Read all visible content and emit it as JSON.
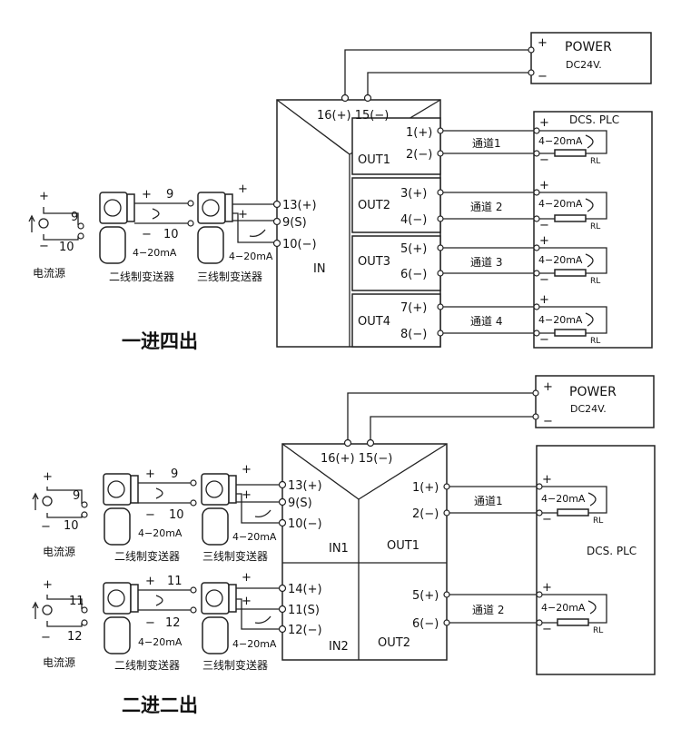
{
  "colors": {
    "line": "#222222",
    "background": "#ffffff"
  },
  "top": {
    "power": {
      "title": "POWER",
      "voltage": "DC24V.",
      "plus": "+",
      "minus": "−"
    },
    "plc": {
      "title": "DCS. PLC"
    },
    "module": {
      "power_terminals": "16(+) 15(−)",
      "in_terminals": [
        "13(+)",
        "9(S)",
        "10(−)"
      ],
      "in_label": "IN"
    },
    "outputs": [
      {
        "label": "OUT1",
        "pos": "1(+)",
        "neg": "2(−)",
        "channel": "通道1"
      },
      {
        "label": "OUT2",
        "pos": "3(+)",
        "neg": "4(−)",
        "channel": "通道 2"
      },
      {
        "label": "OUT3",
        "pos": "5(+)",
        "neg": "6(−)",
        "channel": "通道 3"
      },
      {
        "label": "OUT4",
        "pos": "7(+)",
        "neg": "8(−)",
        "channel": "通道 4"
      }
    ],
    "load": {
      "signal": "4−20mA",
      "rl": "RL",
      "plus": "+",
      "minus": "−"
    },
    "sources": {
      "current_source": {
        "caption": "电流源",
        "pos": "9",
        "neg": "10",
        "plus": "+",
        "minus": "−"
      },
      "two_wire": {
        "caption": "二线制变送器",
        "pos": "9",
        "neg": "10",
        "signal": "4−20mA",
        "plus": "+",
        "minus": "−"
      },
      "three_wire": {
        "caption": "三线制变送器",
        "signal": "4−20mA",
        "plus": "+"
      }
    },
    "caption": "一进四出"
  },
  "bottom": {
    "power": {
      "title": "POWER",
      "voltage": "DC24V.",
      "plus": "+",
      "minus": "−"
    },
    "plc": {
      "title": "DCS. PLC"
    },
    "module": {
      "power_terminals": "16(+) 15(−)",
      "in1_terminals": [
        "13(+)",
        "9(S)",
        "10(−)"
      ],
      "in1_label": "IN1",
      "in2_terminals": [
        "14(+)",
        "11(S)",
        "12(−)"
      ],
      "in2_label": "IN2"
    },
    "outputs": [
      {
        "label": "OUT1",
        "pos": "1(+)",
        "neg": "2(−)",
        "channel": "通道1"
      },
      {
        "label": "OUT2",
        "pos": "5(+)",
        "neg": "6(−)",
        "channel": "通道 2"
      }
    ],
    "load": {
      "signal": "4−20mA",
      "rl": "RL",
      "plus": "+",
      "minus": "−"
    },
    "row1": {
      "current_source": {
        "caption": "电流源",
        "pos": "9",
        "neg": "10",
        "plus": "+",
        "minus": "−"
      },
      "two_wire": {
        "caption": "二线制变送器",
        "pos": "9",
        "neg": "10",
        "signal": "4−20mA",
        "plus": "+",
        "minus": "−"
      },
      "three_wire": {
        "caption": "三线制变送器",
        "signal": "4−20mA",
        "plus": "+"
      }
    },
    "row2": {
      "current_source": {
        "caption": "电流源",
        "pos": "11",
        "neg": "12",
        "plus": "+",
        "minus": "−"
      },
      "two_wire": {
        "caption": "二线制变送器",
        "pos": "11",
        "neg": "12",
        "signal": "4−20mA",
        "plus": "+",
        "minus": "−"
      },
      "three_wire": {
        "caption": "三线制变送器",
        "signal": "4−20mA",
        "plus": "+"
      }
    },
    "caption": "二进二出"
  }
}
